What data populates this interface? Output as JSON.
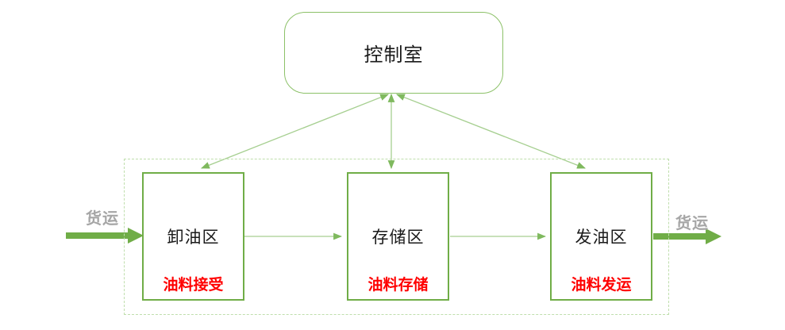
{
  "control_room": {
    "label": "控制室"
  },
  "zones": [
    {
      "label": "卸油区",
      "sublabel": "油料接受"
    },
    {
      "label": "存储区",
      "sublabel": "油料存储"
    },
    {
      "label": "发油区",
      "sublabel": "油料发运"
    }
  ],
  "freight_in": {
    "label": "货运"
  },
  "freight_out": {
    "label": "货运"
  },
  "colors": {
    "zone_box_border": "#70ad47",
    "control_room_border": "#8cc168",
    "dashed_frame": "#bfdeac",
    "thin_connector": "#a6cf90",
    "thin_arrowhead": "#7fb95e",
    "thick_arrow": "#70ad47",
    "sublabel_text": "#ff0000",
    "freight_text": "#a6a6a6",
    "main_text": "#1a1a1a"
  }
}
